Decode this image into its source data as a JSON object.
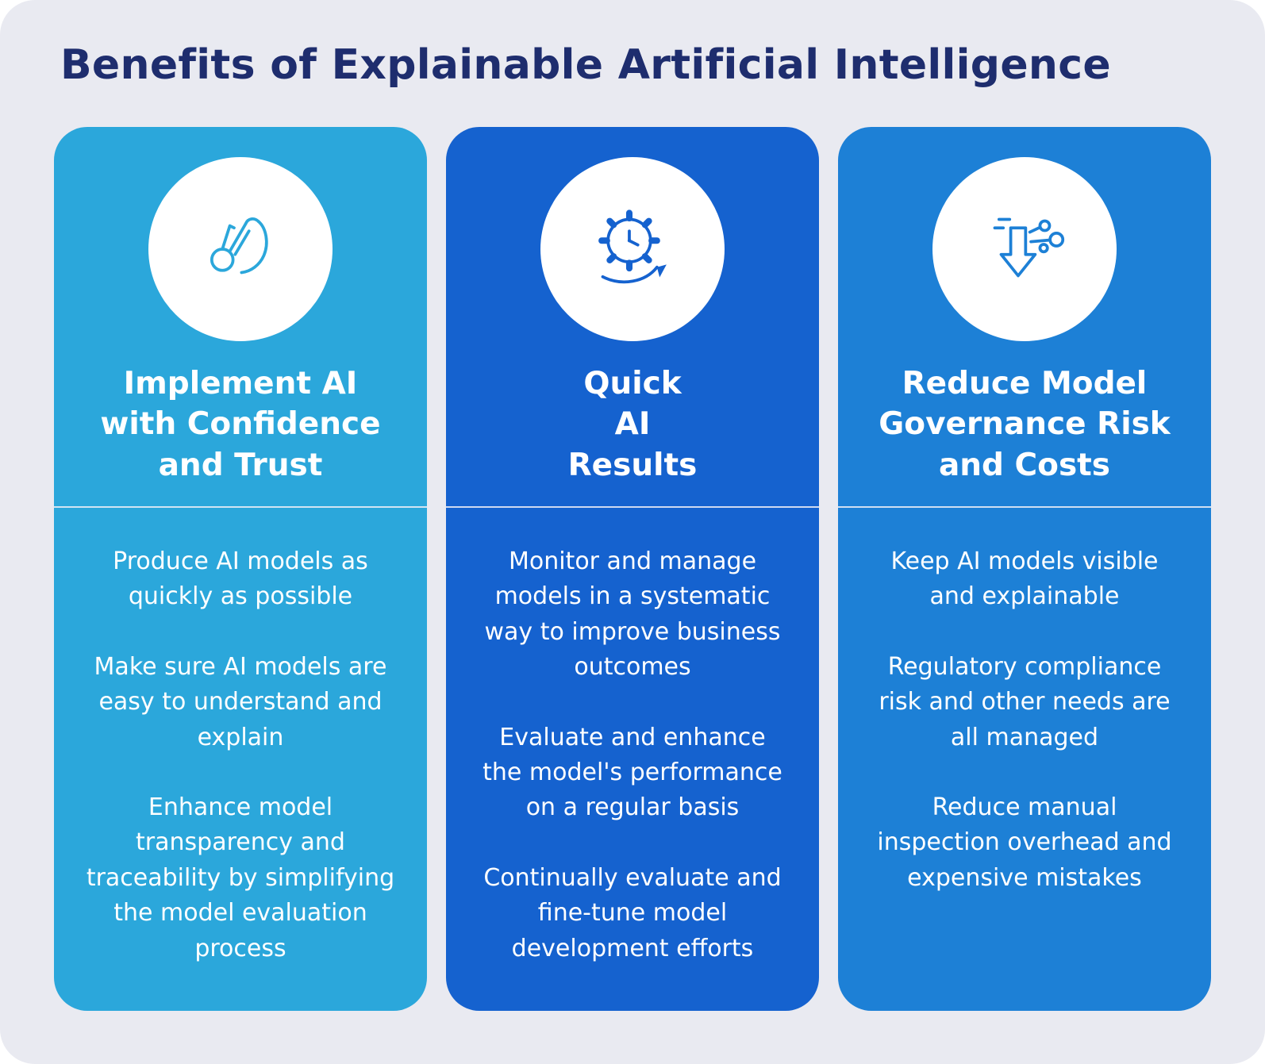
{
  "page": {
    "title": "Benefits of Explainable Artificial Intelligence"
  },
  "colors": {
    "background": "#E9EAF1",
    "title_text": "#1E2D6E",
    "card1_background": "#2BA7DB",
    "card2_background": "#1562CF",
    "card3_background": "#1D80D6",
    "card_text": "#FFFFFF",
    "icon_circle_background": "#FFFFFF"
  },
  "cards": [
    {
      "icon": "hands-care-icon",
      "title": "Implement AI\nwith Confidence\nand Trust",
      "paragraphs": [
        "Produce AI models as quickly as possible",
        "Make sure AI models are easy to understand and explain",
        "Enhance model transparency and traceability by simplifying the model evaluation process"
      ]
    },
    {
      "icon": "gear-clock-arrow-icon",
      "title": "Quick\nAI\nResults",
      "paragraphs": [
        "Monitor and manage models in a systematic way to improve business outcomes",
        "Evaluate and enhance the model's performance on a regular basis",
        "Continually evaluate and fine-tune model development efforts"
      ]
    },
    {
      "icon": "down-arrow-nodes-icon",
      "title": "Reduce Model\nGovernance Risk\nand Costs",
      "paragraphs": [
        "Keep AI models visible and explainable",
        "Regulatory compliance risk and other needs are all managed",
        "Reduce manual inspection overhead and expensive mistakes"
      ]
    }
  ]
}
